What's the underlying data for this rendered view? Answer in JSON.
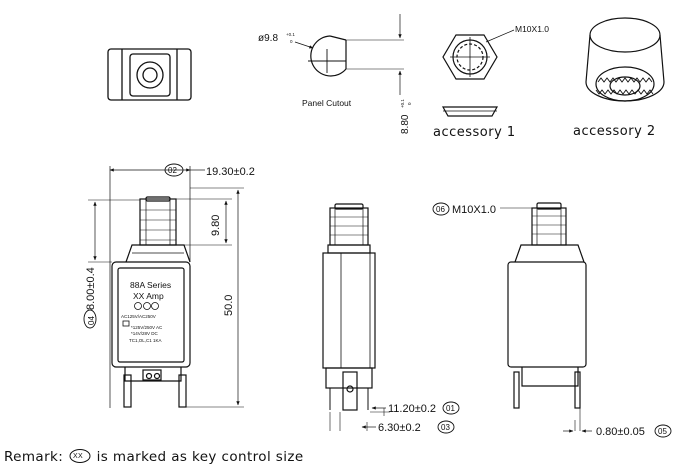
{
  "views": {
    "panel_cutout": {
      "label": "Panel Cutout",
      "diameter": "ø9.8",
      "diameter_tol_plus": "+0.1",
      "diameter_tol_minus": "0",
      "flat": "8.80",
      "flat_tol_plus": "+0.1",
      "flat_tol_minus": "0"
    },
    "accessory_1": {
      "label": "accessory 1",
      "thread": "M10X1.0"
    },
    "accessory_2": {
      "label": "accessory 2"
    },
    "front": {
      "key_02": "02",
      "dim_width": "19.30±0.2",
      "dim_thread_len": "9.80",
      "key_04": "04",
      "dim_thread_pos": "8.00±0.4",
      "dim_height": "50.0",
      "body_line1": "88A Series",
      "body_line2": "XX Amp",
      "body_rating1": "AC125V/AC250V",
      "body_rating2": "*125V/250V AC",
      "body_rating3": "*14V/28V DC",
      "body_rating4": "TC1,OL,C1 1KA"
    },
    "side": {
      "dim_term_width": "11.20±0.2",
      "key_01": "01",
      "dim_term_gap": "6.30±0.2",
      "key_03": "03"
    },
    "rear": {
      "key_06": "06",
      "thread": "M10X1.0",
      "dim_term_thick": "0.80±0.05",
      "key_05": "05"
    }
  },
  "remark": {
    "prefix": "Remark:",
    "mark_text": "XX",
    "suffix": "is marked as key control size"
  }
}
